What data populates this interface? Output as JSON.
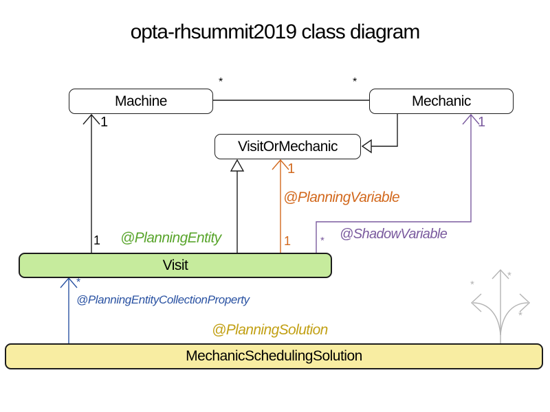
{
  "title": "opta-rhsummit2019 class diagram",
  "classes": {
    "machine": "Machine",
    "mechanic": "Mechanic",
    "visitOrMechanic": "VisitOrMechanic",
    "visit": "Visit",
    "solution": "MechanicSchedulingSolution"
  },
  "annotations": {
    "planningEntity": "@PlanningEntity",
    "planningVariable": "@PlanningVariable",
    "shadowVariable": "@ShadowVariable",
    "planningEntityCollectionProperty": "@PlanningEntityCollectionProperty",
    "planningSolution": "@PlanningSolution"
  },
  "multiplicities": {
    "machineMechanicLeft": "*",
    "machineMechanicRight": "*",
    "visitToMachineTarget": "1",
    "visitToMachineSource": "1",
    "planningVariableTarget": "1",
    "planningVariableSource": "1",
    "shadowVariableSource": "*",
    "shadowVariableTarget": "1",
    "collectionPropertySource": "*",
    "grayFanLeft": "*",
    "grayFanUp": "*",
    "grayFanRight": "*"
  },
  "colors": {
    "planningEntity": "#59a52c",
    "planningVariable": "#d2691e",
    "shadowVariable": "#7a5a9e",
    "planningEntityCollectionProperty": "#2a52a2",
    "planningSolution": "#c2a014",
    "visitFill": "#c6eb9d",
    "solutionFill": "#f8eda2",
    "grayRelations": "#b3b3b3",
    "lineBlack": "#1c1c1c"
  }
}
